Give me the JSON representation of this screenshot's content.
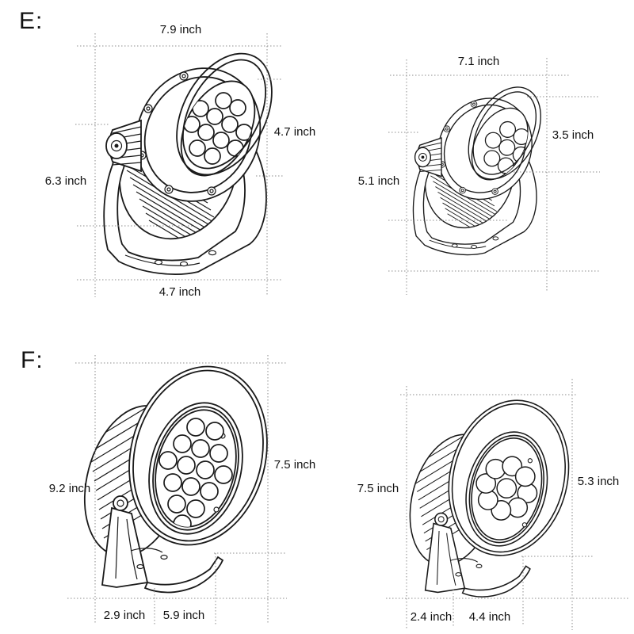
{
  "section_labels": {
    "e": "E:",
    "f": "F:"
  },
  "style": {
    "line_color": "#1a1a1a",
    "dash_color": "#8c8c8c",
    "text_color": "#111111",
    "background": "#ffffff"
  },
  "drawings": {
    "e_large": {
      "led_count": 12,
      "dims": {
        "top": "7.9 inch",
        "right": "4.7 inch",
        "left": "6.3 inch",
        "bottom": "4.7 inch"
      }
    },
    "e_small": {
      "led_count": 7,
      "dims": {
        "top": "7.1 inch",
        "right": "3.5 inch",
        "left": "5.1 inch"
      }
    },
    "f_large": {
      "led_count": 15,
      "dims": {
        "left": "9.2 inch",
        "right": "7.5 inch",
        "bottom_left": "2.9 inch",
        "bottom_right": "5.9 inch"
      }
    },
    "f_small": {
      "led_count": 9,
      "dims": {
        "left": "7.5 inch",
        "right": "5.3 inch",
        "bottom_left": "2.4 inch",
        "bottom_right": "4.4 inch"
      }
    }
  }
}
